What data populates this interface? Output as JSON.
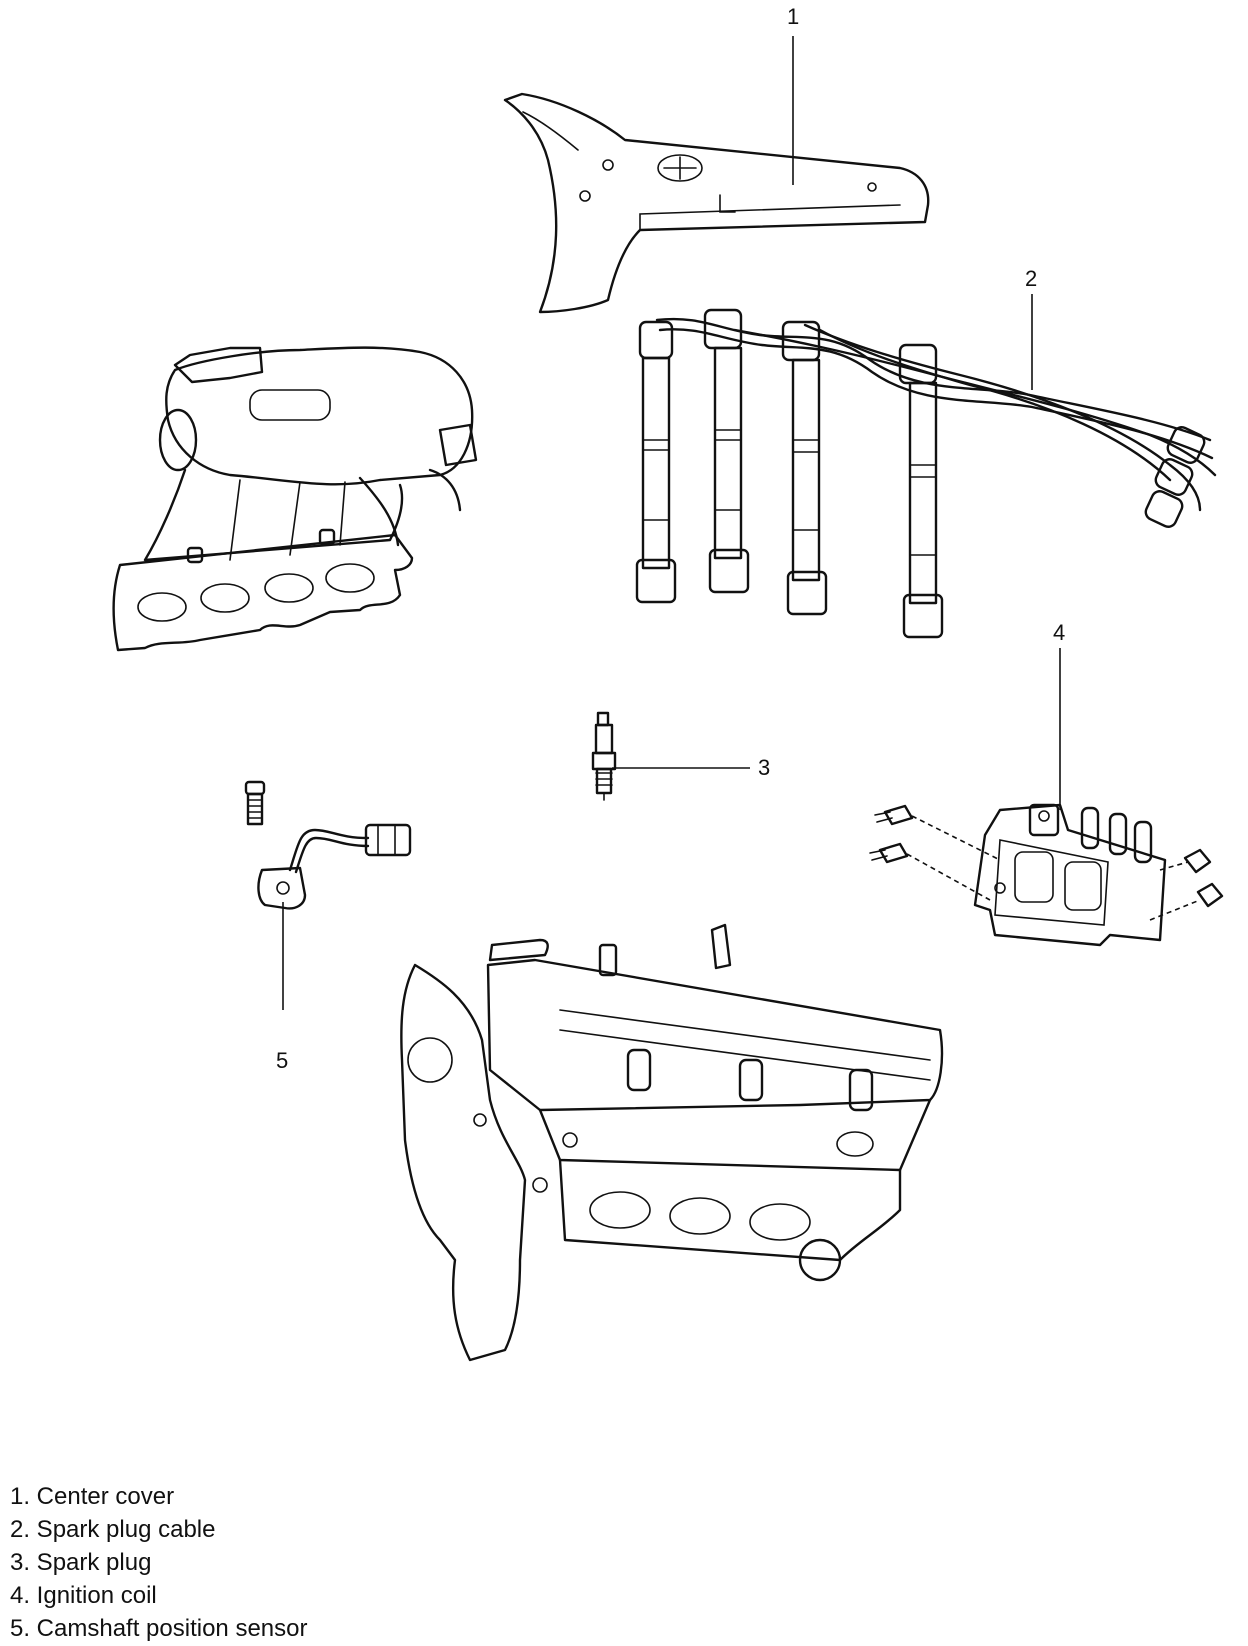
{
  "callouts": [
    "1",
    "2",
    "3",
    "4",
    "5"
  ],
  "legend": [
    "1. Center cover",
    "2. Spark plug cable",
    "3. Spark plug",
    "4. Ignition coil",
    "5. Camshaft position sensor"
  ]
}
